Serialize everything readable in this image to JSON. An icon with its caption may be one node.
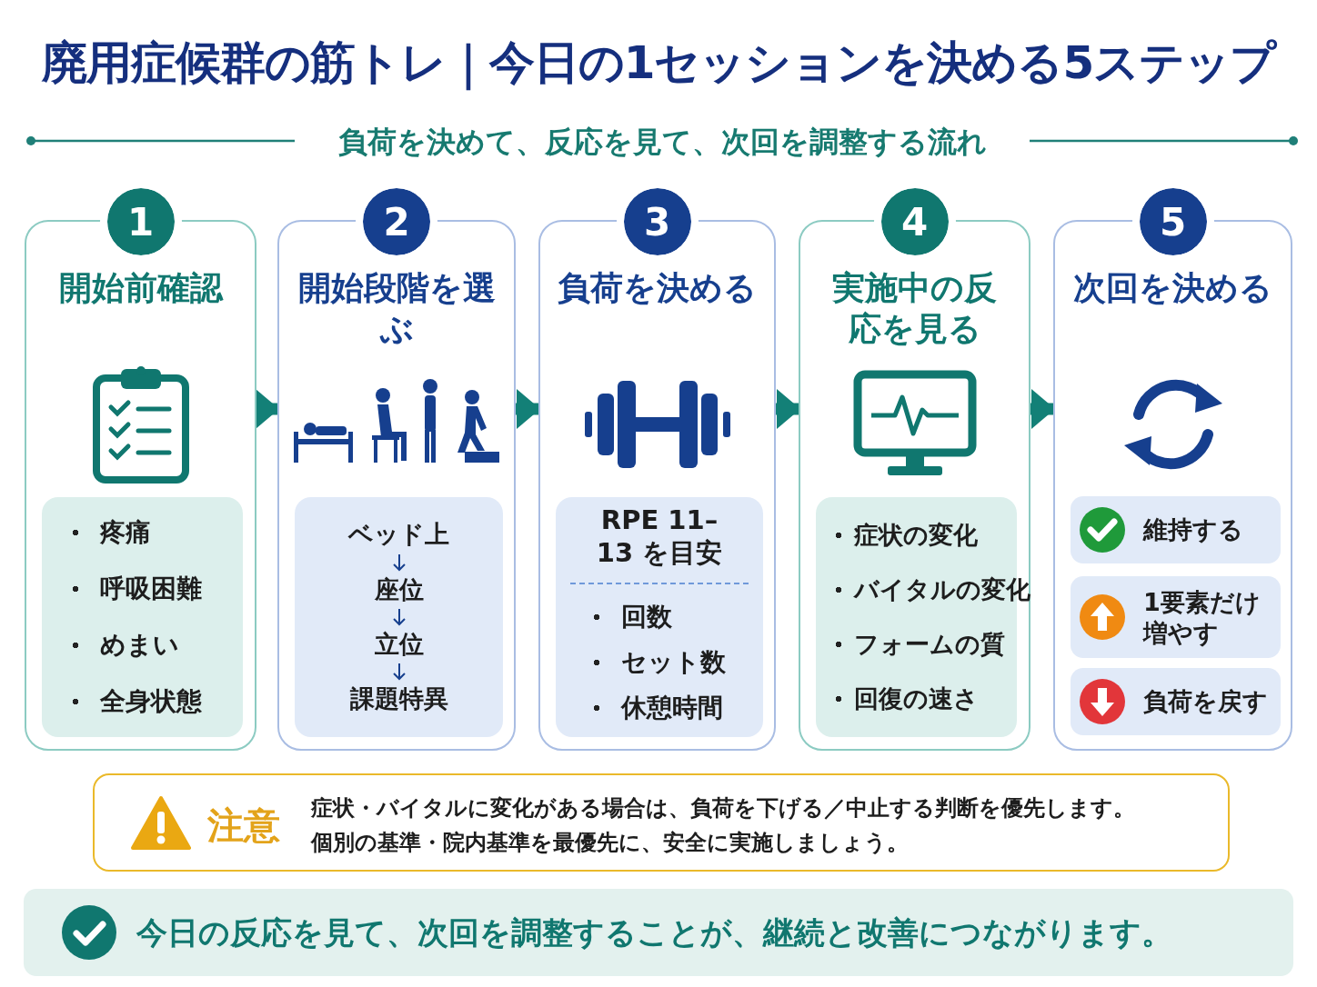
{
  "diagram": {
    "title": "廃用症候群の筋トレ｜今日の1セッションを決める5ステップ",
    "nodes": [
      {
        "text": [
          "1",
          "開始前確認"
        ]
      },
      {
        "text": [
          "疼痛",
          "呼吸困難",
          "めまい",
          "全身状態"
        ],
        "in": 0
      },
      {
        "text": [
          "2",
          "開始段階を選ぶ"
        ]
      },
      {
        "text": [
          "ベッド上",
          "座位",
          "立位",
          "課題特異"
        ],
        "in": 2
      },
      {
        "text": [
          "3",
          "負荷を決める"
        ]
      },
      {
        "text": [
          "RPE 11–13 を目安",
          "回数",
          "セット数",
          "休憩時間"
        ],
        "in": 4
      },
      {
        "text": [
          "4",
          "実施中の反応を見る"
        ]
      },
      {
        "text": [
          "症状の変化",
          "バイタルの変化",
          "フォームの質",
          "回復の速さ"
        ],
        "in": 6
      },
      {
        "text": [
          "5",
          "次回を決める"
        ]
      },
      {
        "text": [
          "維持する"
        ],
        "in": 8
      },
      {
        "text": [
          "1要素だけ増やす"
        ],
        "in": 8
      },
      {
        "text": [
          "負荷を戻す"
        ],
        "in": 8
      },
      {
        "text": [
          "注意",
          "症状・バイタルに変化がある場合は、負荷を下げる／中止する判断を優先します。",
          "個別の基準・院内基準を最優先に、安全に実施しましょう。"
        ]
      },
      {
        "text": [
          "今日の反応を見て、次回を調整することが、継続と改善につながります。"
        ]
      }
    ],
    "edges": [
      {
        "from": 0,
        "to": 2,
        "arrow": "to"
      },
      {
        "from": 2,
        "to": 4,
        "arrow": "to"
      },
      {
        "from": 4,
        "to": 6,
        "arrow": "to"
      },
      {
        "from": 6,
        "to": 8,
        "arrow": "to"
      }
    ],
    "labels": [
      "負荷を決めて、反応を見て、次回を調整する流れ"
    ]
  }
}
